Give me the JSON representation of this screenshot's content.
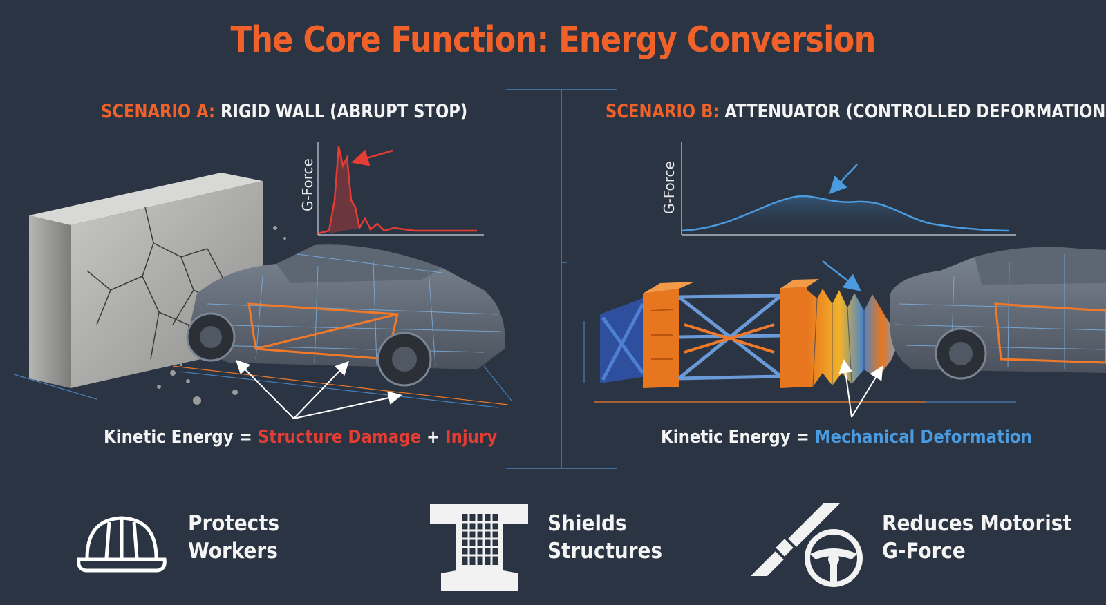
{
  "title": "The Core Function: Energy Conversion",
  "scenario_a": {
    "prefix": "SCENARIO A:",
    "label": "RIGID WALL (ABRUPT STOP)",
    "axis_label": "G-Force",
    "equation_lhs": "Kinetic Energy =",
    "equation_term1": "Structure Damage",
    "equation_plus": "+",
    "equation_term2": "Injury"
  },
  "scenario_b": {
    "prefix": "SCENARIO B:",
    "label": "ATTENUATOR (CONTROLLED DEFORMATION)",
    "axis_label": "G-Force",
    "equation_lhs": "Kinetic Energy =",
    "equation_term1": "Mechanical Deformation"
  },
  "benefits": [
    {
      "line1": "Protects",
      "line2": "Workers",
      "icon": "hard-hat-icon"
    },
    {
      "line1": "Shields",
      "line2": "Structures",
      "icon": "bridge-pier-icon"
    },
    {
      "line1": "Reduces Motorist",
      "line2": "G-Force",
      "icon": "seatbelt-steering-icon"
    }
  ],
  "colors": {
    "background": "#2a3442",
    "accent_orange": "#f0622a",
    "alert_red": "#e53d33",
    "calm_blue": "#4a9be0",
    "text": "#f4f4f4"
  }
}
